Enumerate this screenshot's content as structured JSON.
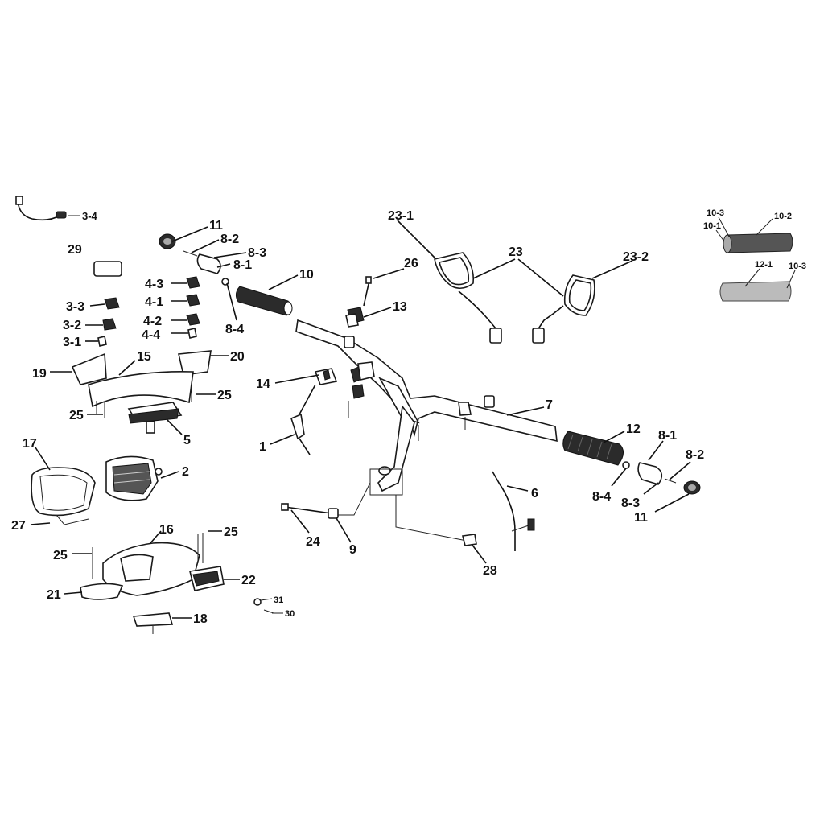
{
  "labels": {
    "l_3_4": "3-4",
    "l_29": "29",
    "l_11a": "11",
    "l_8_2a": "8-2",
    "l_8_3a": "8-3",
    "l_8_1a": "8-1",
    "l_10": "10",
    "l_8_4a": "8-4",
    "l_4_3": "4-3",
    "l_4_1": "4-1",
    "l_4_2": "4-2",
    "l_4_4": "4-4",
    "l_3_3": "3-3",
    "l_3_2": "3-2",
    "l_3_1": "3-1",
    "l_15": "15",
    "l_20": "20",
    "l_19": "19",
    "l_25a": "25",
    "l_25b": "25",
    "l_5": "5",
    "l_17": "17",
    "l_2": "2",
    "l_27": "27",
    "l_16": "16",
    "l_25c": "25",
    "l_25d": "25",
    "l_22": "22",
    "l_21": "21",
    "l_18": "18",
    "l_31": "31",
    "l_30": "30",
    "l_23_1": "23-1",
    "l_23": "23",
    "l_23_2": "23-2",
    "l_26": "26",
    "l_13": "13",
    "l_14": "14",
    "l_7": "7",
    "l_1": "1",
    "l_12": "12",
    "l_8_1b": "8-1",
    "l_8_2b": "8-2",
    "l_8_4b": "8-4",
    "l_8_3b": "8-3",
    "l_11b": "11",
    "l_6": "6",
    "l_24": "24",
    "l_9": "9",
    "l_28": "28",
    "l_10_3a": "10-3",
    "l_10_2": "10-2",
    "l_10_1": "10-1",
    "l_12_1": "12-1",
    "l_10_3b": "10-3"
  }
}
